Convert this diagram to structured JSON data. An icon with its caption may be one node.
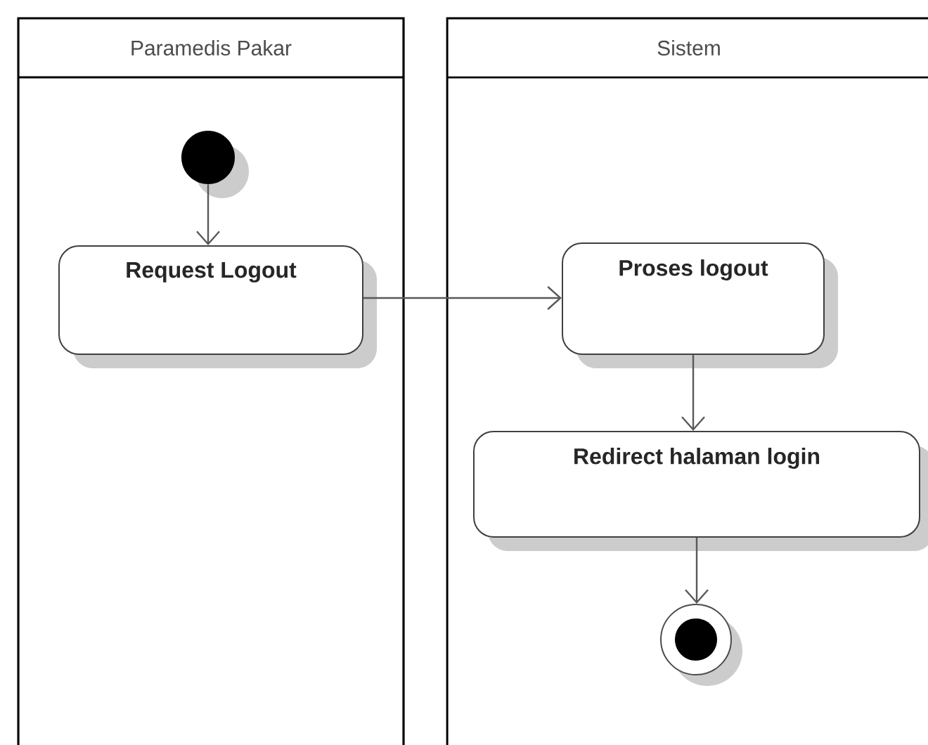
{
  "diagram": {
    "nodes": [
      {
        "text": [
          "Paramedis Pakar"
        ]
      },
      {
        "text": [
          "Sistem"
        ]
      },
      {
        "text": [],
        "shape": "circle",
        "in": 0
      },
      {
        "text": [
          "Request Logout"
        ],
        "in": 0
      },
      {
        "text": [
          "Proses logout"
        ],
        "in": 1
      },
      {
        "text": [
          "Redirect halaman login"
        ],
        "in": 1
      },
      {
        "text": [],
        "shape": "circle",
        "in": 1
      }
    ],
    "edges": [
      {
        "from": 2,
        "to": 3,
        "arrow": "to"
      },
      {
        "from": 3,
        "to": 4,
        "arrow": "to"
      },
      {
        "from": 4,
        "to": 5,
        "arrow": "to"
      },
      {
        "from": 5,
        "to": 6,
        "arrow": "to"
      }
    ]
  }
}
